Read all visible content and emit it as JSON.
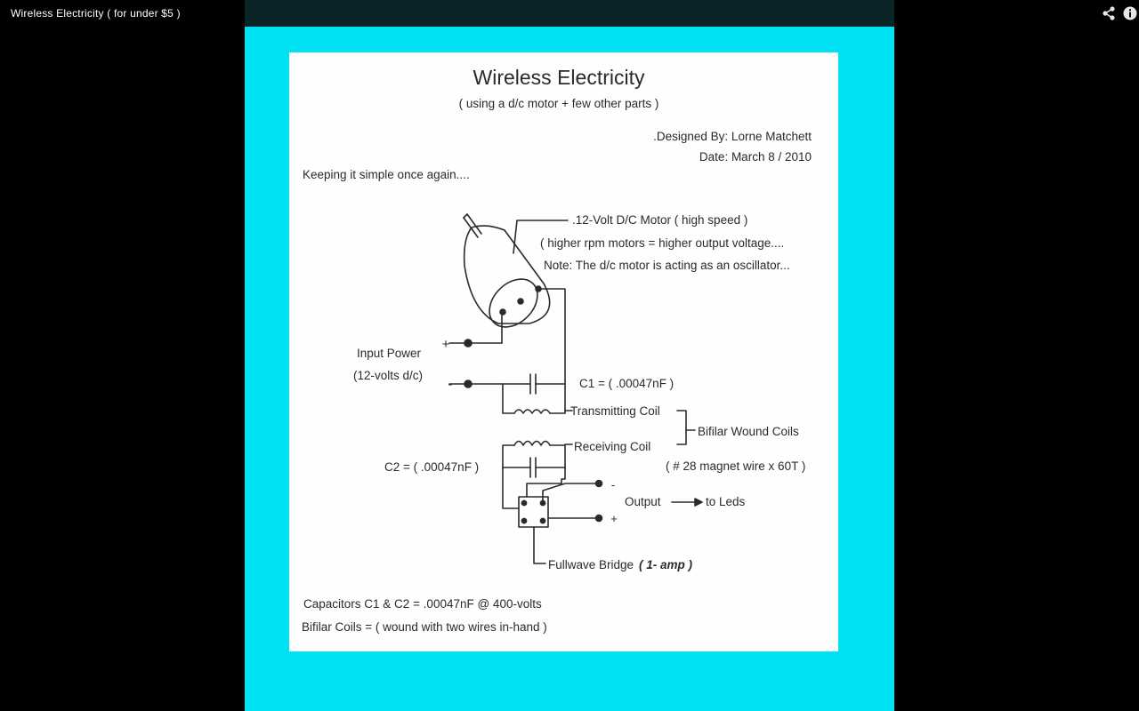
{
  "player": {
    "title": "Wireless Electricity ( for under $5 )",
    "icons": [
      "share-icon",
      "info-icon"
    ]
  },
  "colors": {
    "frame_background": "#00e1f4",
    "frame_top_strip": "#0b2428",
    "slide_background": "#fefefe",
    "ink": "#2a2a2a",
    "letterbox": "#000000"
  },
  "slide": {
    "title": "Wireless Electricity",
    "subtitle": "( using a d/c motor + few other parts )",
    "designer": ".Designed By: Lorne Matchett",
    "date": "Date: March 8 / 2010",
    "intro": "Keeping it simple once again....",
    "motor_label": ".12-Volt D/C Motor ( high speed )",
    "motor_note1": "( higher rpm motors = higher output voltage....",
    "motor_note2": "Note: The d/c motor is acting as an oscillator...",
    "input_power": "Input Power",
    "input_volts": "(12-volts d/c)",
    "plus": "+",
    "minus": "-",
    "c1": "C1 = ( .00047nF )",
    "transmitting_coil": "Transmitting Coil",
    "receiving_coil": "Receiving Coil",
    "bifilar": "Bifilar Wound Coils",
    "wire_spec": "( # 28 magnet wire x 60T )",
    "c2": "C2 = ( .00047nF )",
    "output_minus": "-",
    "output_plus": "+",
    "output": "Output",
    "to_leds": "to  Leds",
    "bridge_prefix": "Fullwave Bridge",
    "bridge_rating": "( 1- amp )",
    "footnote1": "Capacitors C1 & C2 = .00047nF @ 400-volts",
    "footnote2": "Bifilar Coils = ( wound with two wires in-hand )"
  }
}
